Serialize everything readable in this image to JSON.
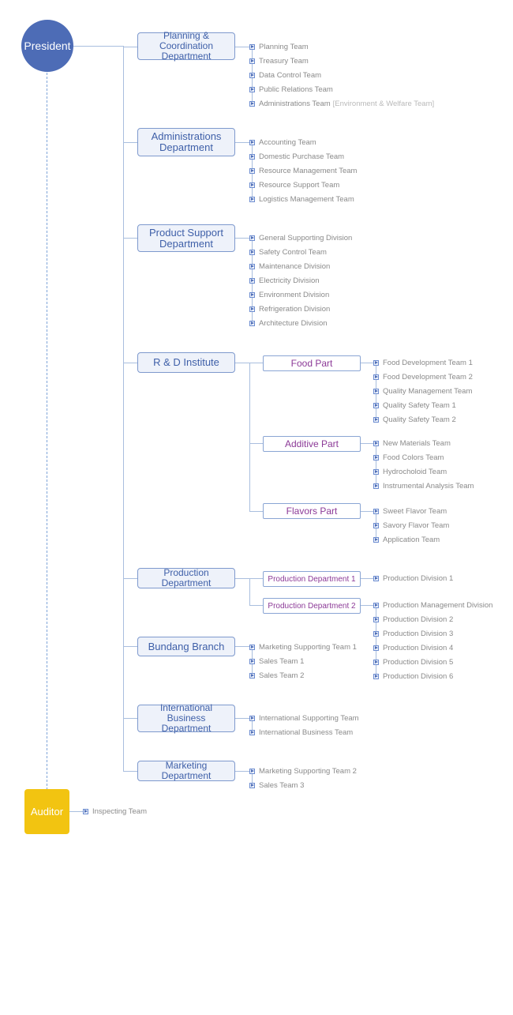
{
  "president": "President",
  "auditor": "Auditor",
  "auditor_teams": [
    "Inspecting Team"
  ],
  "departments": [
    {
      "label": "Planning & Coordination Department",
      "teams": [
        "Planning Team",
        "Treasury Team",
        "Data Control Team",
        "Public Relations Team",
        "Administrations Team"
      ],
      "note": "[Environment & Welfare Team]"
    },
    {
      "label": "Administrations Department",
      "teams": [
        "Accounting Team",
        "Domestic Purchase Team",
        "Resource Management Team",
        "Resource Support Team",
        "Logistics Management Team"
      ]
    },
    {
      "label": "Product Support Department",
      "teams": [
        "General Supporting Division",
        "Safety Control Team",
        "Maintenance Division",
        "Electricity Division",
        "Environment Division",
        "Refrigeration Division",
        "Architecture Division"
      ]
    },
    {
      "label": "R & D Institute",
      "parts": [
        {
          "label": "Food Part",
          "teams": [
            "Food Development Team 1",
            "Food Development Team 2",
            "Quality Management Team",
            "Quality Safety Team 1",
            "Quality Safety Team 2"
          ]
        },
        {
          "label": "Additive Part",
          "teams": [
            "New Materials Team",
            "Food Colors Team",
            "Hydrocholoid Team",
            "Instrumental Analysis Team"
          ]
        },
        {
          "label": "Flavors Part",
          "teams": [
            "Sweet Flavor Team",
            "Savory Flavor Team",
            "Application Team"
          ]
        }
      ]
    },
    {
      "label": "Production Department",
      "parts": [
        {
          "label": "Production Department 1",
          "teams": [
            "Production Division 1"
          ]
        },
        {
          "label": "Production Department 2",
          "teams": [
            "Production Management Division",
            "Production Division 2",
            "Production Division 3",
            "Production Division 4",
            "Production Division 5",
            "Production Division 6"
          ]
        }
      ]
    },
    {
      "label": "Bundang Branch",
      "teams": [
        "Marketing Supporting Team 1",
        "Sales Team 1",
        "Sales Team 2"
      ]
    },
    {
      "label": "International Business Department",
      "teams": [
        "International Supporting Team",
        "International Business Team"
      ]
    },
    {
      "label": "Marketing Department",
      "teams": [
        "Marketing Supporting Team 2",
        "Sales Team 3"
      ]
    }
  ],
  "colors": {
    "president": "#4d6cb6",
    "auditor": "#f2c411",
    "department_border": "#7e99cd",
    "part_text": "#8c3a97",
    "connector": "#a9bede"
  }
}
